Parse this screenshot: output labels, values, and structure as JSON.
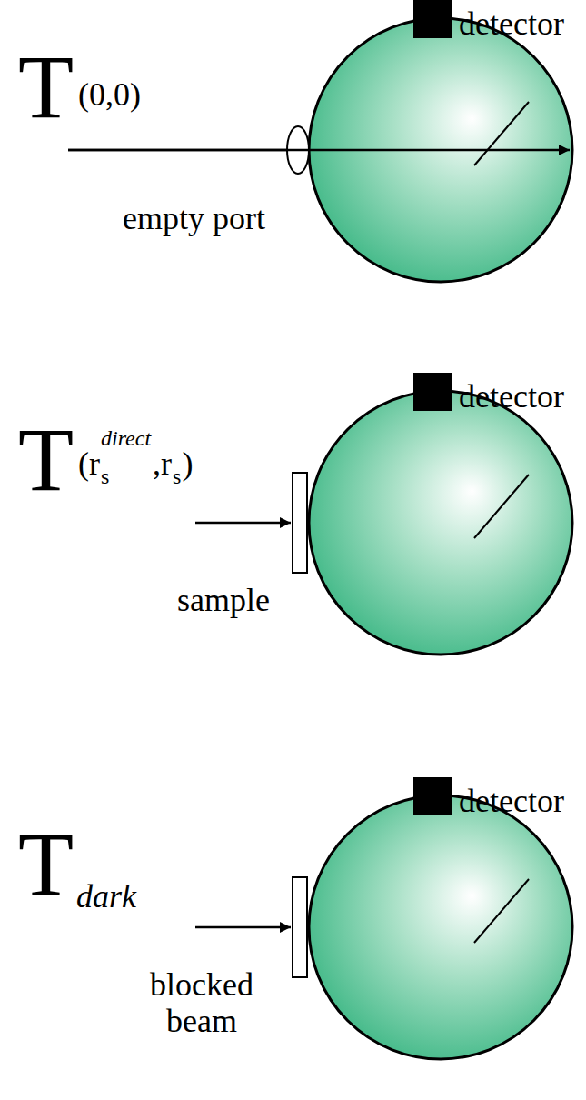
{
  "diagram": {
    "labels": [
      "detector",
      "T",
      "(0,0)",
      "empty port",
      "detector",
      "T",
      "(r",
      "direct",
      "s",
      ",r",
      "s",
      ")",
      "sample",
      "detector",
      "T",
      "dark",
      "blocked beam"
    ]
  }
}
